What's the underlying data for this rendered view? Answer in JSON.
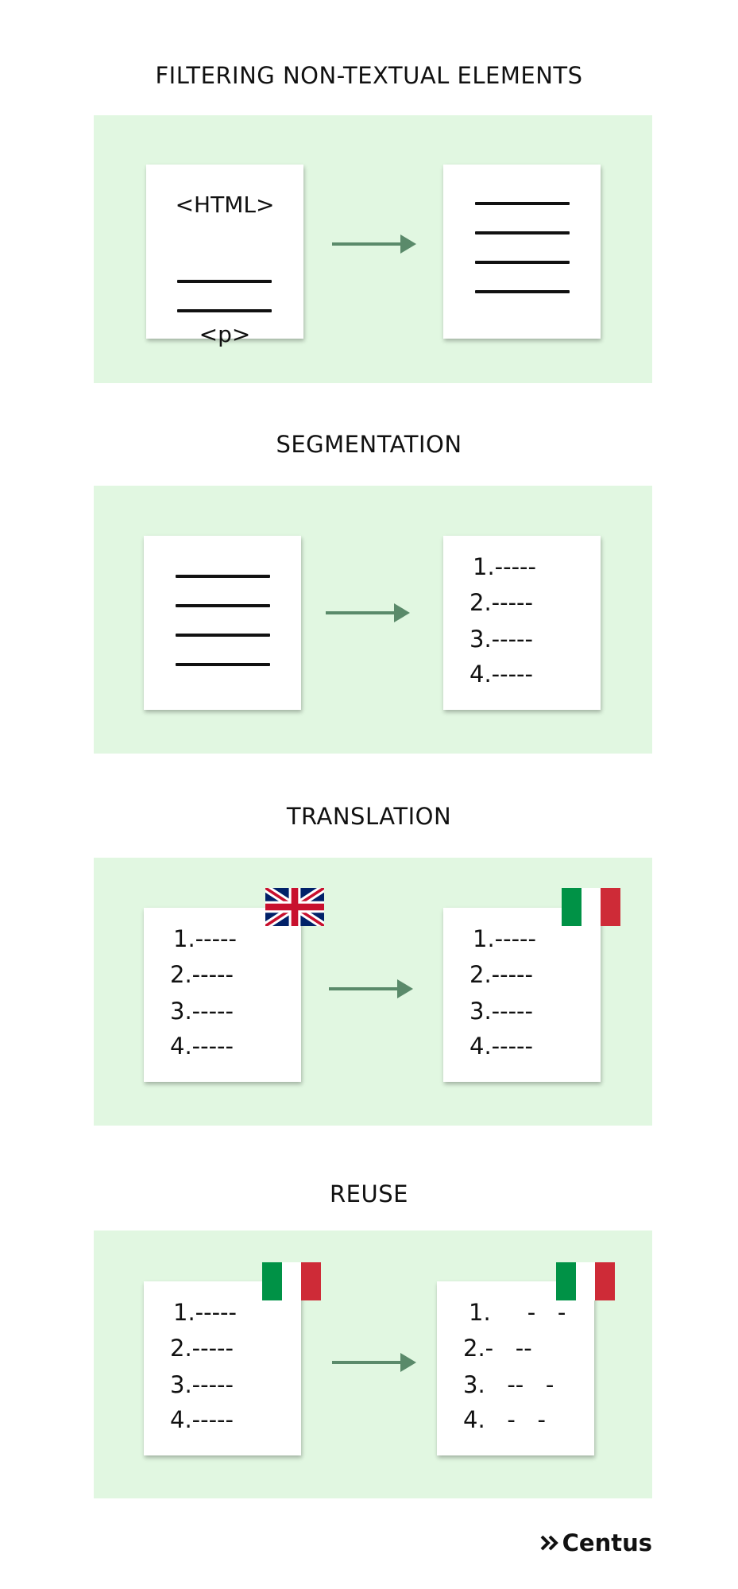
{
  "colors": {
    "panel": "#e1f7e1",
    "arrow": "#5a8a6a",
    "italy_green": "#009246",
    "italy_red": "#ce2b37",
    "uk_blue": "#012169",
    "uk_red": "#c8102e"
  },
  "sections": [
    {
      "title": "FILTERING NON-TEXTUAL ELEMENTS",
      "left_doc": {
        "html_tag": "<HTML>",
        "p_tag": "<p>"
      }
    },
    {
      "title": "SEGMENTATION",
      "right_doc": {
        "items": [
          "1.-----",
          "2.-----",
          "3.-----",
          "4.-----"
        ]
      }
    },
    {
      "title": "TRANSLATION",
      "left_doc": {
        "flag": "uk-flag-icon",
        "items": [
          "1.-----",
          "2.-----",
          "3.-----",
          "4.-----"
        ]
      },
      "right_doc": {
        "flag": "italy-flag-icon",
        "items": [
          "1.-----",
          "2.-----",
          "3.-----",
          "4.-----"
        ]
      }
    },
    {
      "title": "REUSE",
      "left_doc": {
        "flag": "italy-flag-icon",
        "items": [
          "1.-----",
          "2.-----",
          "3.-----",
          "4.-----"
        ]
      },
      "right_doc": {
        "flag": "italy-flag-icon",
        "items": [
          "1.     -   -",
          "2.-   --",
          "3.   --   -",
          "4.   -   -"
        ]
      }
    }
  ],
  "logo": {
    "icon": "double-chevron-icon",
    "text": "Centus"
  }
}
